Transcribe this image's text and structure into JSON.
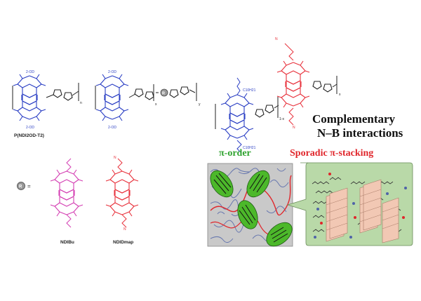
{
  "colors": {
    "polymer_blue": "#2b3fc4",
    "ndibu_magenta": "#d43fb3",
    "ndidmap_red": "#e8323c",
    "pi_order_green": "#2fa32f",
    "sporadic_red": "#e0262b",
    "panel_gray": "#c9c9c9",
    "panel_green": "#b9d9a8",
    "chain_green": "#4cb82a",
    "stack_pink": "#f2c8b4"
  },
  "structures": {
    "p1": {
      "name": "P(NDI2OD-T2)",
      "sub_top": "2-OD",
      "sub_bottom": "2-OD",
      "index": "n"
    },
    "p2": {
      "sub_top": "2-OD",
      "sub_bottom": "2-OD",
      "index_x": "x",
      "index_y": "y",
      "r_symbol": "R"
    },
    "p3": {
      "side_top": "C10H21",
      "side_bottom": "C10H21",
      "index_1x": "1-x",
      "index_x": "x"
    },
    "legend": {
      "r_symbol": "R",
      "equals": "="
    },
    "ndibu": {
      "name": "NDIBu"
    },
    "ndidmap": {
      "name": "NDIDmap"
    }
  },
  "text": {
    "complementary_line1": "Complementary",
    "complementary_line2": "N–B interactions",
    "pi_order": "π-order",
    "sporadic": "Sporadic π-stacking"
  },
  "icons": [
    "thiophene-icon",
    "naphthalene-diimide-icon",
    "dimethylamino-icon",
    "speech-bubble-icon"
  ]
}
